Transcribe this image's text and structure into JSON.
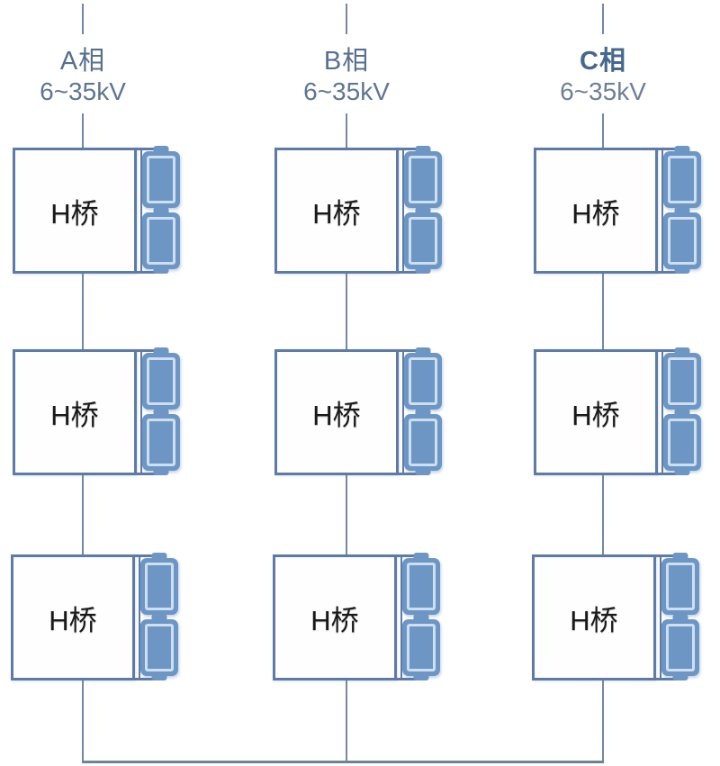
{
  "diagram": {
    "phases": [
      {
        "id": "A",
        "label": "A相",
        "voltage": "6~35kV",
        "bridges": [
          "H桥",
          "H桥",
          "H桥"
        ]
      },
      {
        "id": "B",
        "label": "B相",
        "voltage": "6~35kV",
        "bridges": [
          "H桥",
          "H桥",
          "H桥"
        ]
      },
      {
        "id": "C",
        "label": "C相",
        "voltage": "6~35kV",
        "bridges": [
          "H桥",
          "H桥",
          "H桥"
        ]
      }
    ]
  },
  "colors": {
    "line": "#5d7ba6",
    "thinline": "#7189a6",
    "bus": "#6c8494",
    "batt": "#6d96c5",
    "battring": "#cddff1",
    "phasetext": "#57708f",
    "phasetextc": "#44688f",
    "volttext": "#5e7692",
    "volttextc": "#6d8095",
    "bridgetext": "#191919"
  }
}
